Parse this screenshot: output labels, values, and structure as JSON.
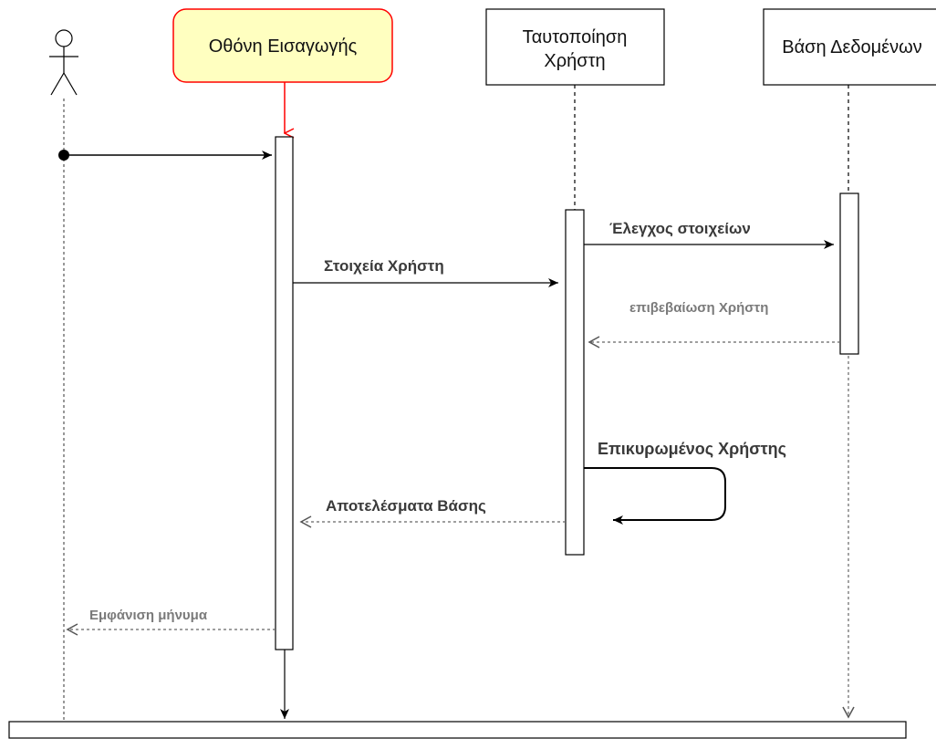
{
  "diagram": {
    "type": "UML sequence diagram",
    "participants": {
      "actor": {
        "name": ""
      },
      "entry_screen": {
        "name": "Οθόνη Εισαγωγής"
      },
      "user_auth": {
        "name_line1": "Ταυτοποίηση",
        "name_line2": "Χρήστη"
      },
      "database": {
        "name": "Βάση Δεδομένων"
      }
    },
    "messages": {
      "user_data": "Στοιχεία Χρήστη",
      "check_data": "Έλεγχος στοιχείων",
      "user_confirmation": "επιβεβαίωση Χρήστη",
      "validated_user": "Επικυρωμένος Χρήστης",
      "db_results": "Αποτελέσματα Βάσης",
      "show_message": "Εμφάνιση μήνυμα"
    },
    "colors": {
      "highlight_fill": "#ffffc0",
      "highlight_stroke": "#ff0000",
      "line": "#000000",
      "return_line": "#666666"
    }
  }
}
